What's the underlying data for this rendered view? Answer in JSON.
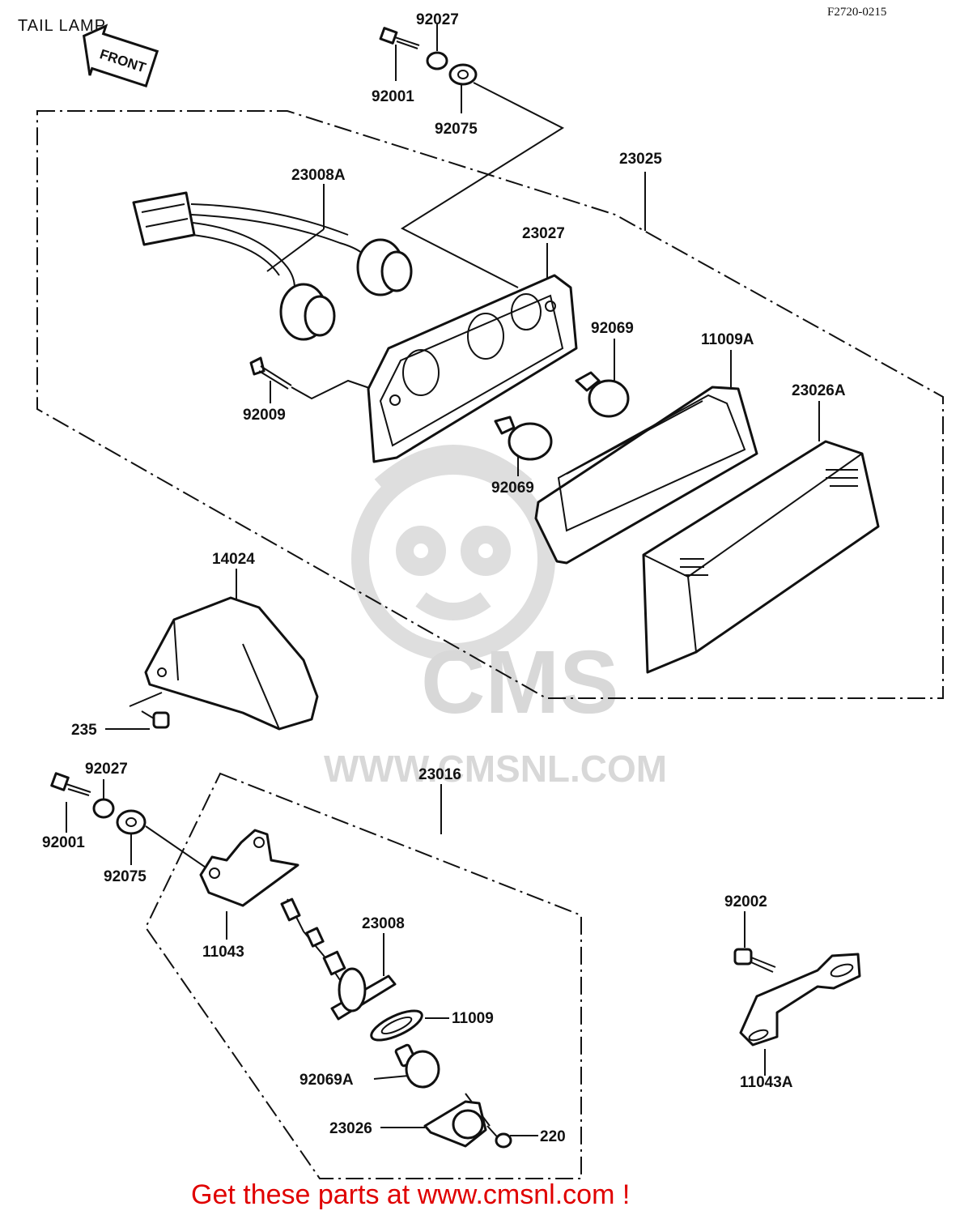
{
  "title": "TAIL LAMP",
  "figure_code": "F2720-0215",
  "front_arrow": "FRONT",
  "watermark": {
    "brand": "CMS",
    "url": "WWW.CMSNL.COM"
  },
  "footer": "Get these parts at www.cmsnl.com !",
  "part_labels": {
    "p92027_top": "92027",
    "p92001_top": "92001",
    "p92075_top": "92075",
    "p23025": "23025",
    "p23008A": "23008A",
    "p23027": "23027",
    "p92069_r": "92069",
    "p11009A": "11009A",
    "p23026A": "23026A",
    "p92009": "92009",
    "p92069_l": "92069",
    "p14024": "14024",
    "p235": "235",
    "p92027_bot": "92027",
    "p92001_bot": "92001",
    "p92075_bot": "92075",
    "p23016": "23016",
    "p11043": "11043",
    "p23008": "23008",
    "p11009": "11009",
    "p92069A": "92069A",
    "p23026": "23026",
    "p220": "220",
    "p92002": "92002",
    "p11043A": "11043A"
  }
}
